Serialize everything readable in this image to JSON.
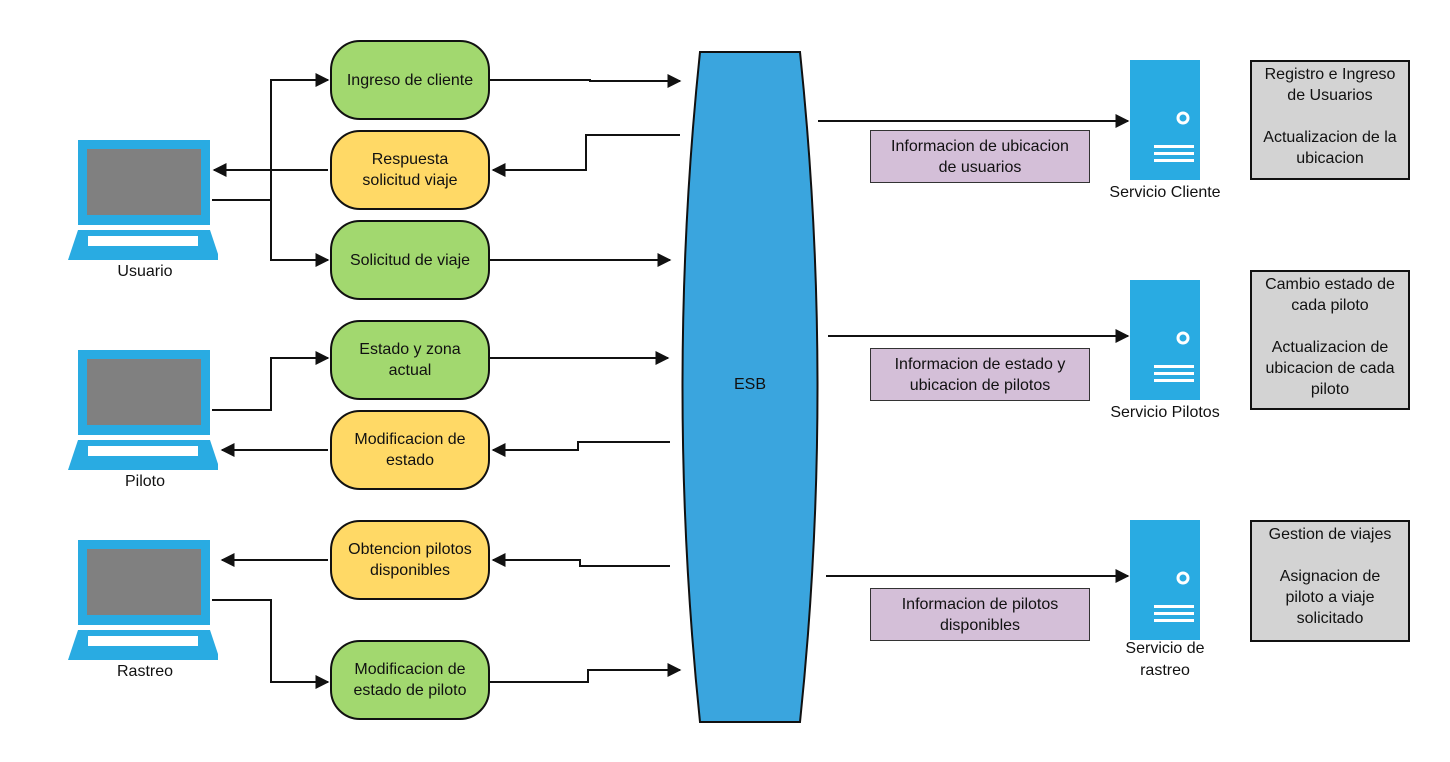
{
  "clients": [
    {
      "label": "Usuario"
    },
    {
      "label": "Piloto"
    },
    {
      "label": "Rastreo"
    }
  ],
  "messages": [
    {
      "label": "Ingreso de cliente",
      "direction": "to-esb",
      "color": "#a2d86f"
    },
    {
      "label": "Respuesta\nsolicitud viaje",
      "direction": "to-client",
      "color": "#ffd966"
    },
    {
      "label": "Solicitud de viaje",
      "direction": "to-esb",
      "color": "#a2d86f"
    },
    {
      "label": "Estado y zona\nactual",
      "direction": "to-esb",
      "color": "#a2d86f"
    },
    {
      "label": "Modificacion de\nestado",
      "direction": "to-client",
      "color": "#ffd966"
    },
    {
      "label": "Obtencion pilotos\ndisponibles",
      "direction": "to-client",
      "color": "#ffd966"
    },
    {
      "label": "Modificacion de\nestado de piloto",
      "direction": "to-esb",
      "color": "#a2d86f"
    }
  ],
  "esb": {
    "label": "ESB",
    "color": "#3aa5de"
  },
  "info_boxes": [
    {
      "label": "Informacion de ubicacion\nde usuarios"
    },
    {
      "label": "Informacion de estado y\nubicacion de pilotos"
    },
    {
      "label": "Informacion de pilotos\ndisponibles"
    }
  ],
  "services": [
    {
      "label": "Servicio Cliente"
    },
    {
      "label": "Servicio Pilotos"
    },
    {
      "label": "Servicio de\nrastreo"
    }
  ],
  "descriptions": [
    {
      "text": "Registro e Ingreso\nde Usuarios\n\nActualizacion de la\nubicacion"
    },
    {
      "text": "Cambio estado de\ncada piloto\n\nActualizacion de\nubicacion de cada\npiloto"
    },
    {
      "text": "Gestion de viajes\n\nAsignacion de\npiloto a viaje\nsolicitado"
    }
  ],
  "colors": {
    "device_blue": "#29abe2",
    "screen_gray": "#808080",
    "info_purple": "#d4bfd8",
    "desc_gray": "#d3d3d3"
  }
}
